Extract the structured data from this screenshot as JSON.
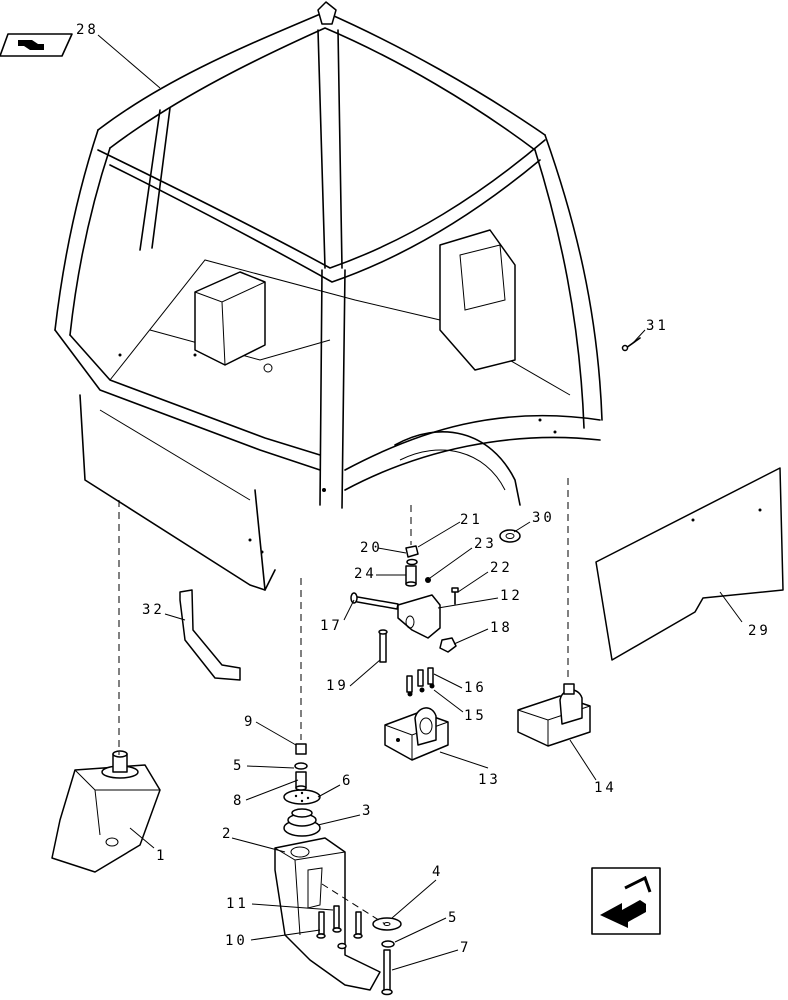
{
  "diagram": {
    "callouts": [
      {
        "id": "c1",
        "label": "1"
      },
      {
        "id": "c2",
        "label": "2"
      },
      {
        "id": "c3",
        "label": "3"
      },
      {
        "id": "c4",
        "label": "4"
      },
      {
        "id": "c5a",
        "label": "5"
      },
      {
        "id": "c5b",
        "label": "5"
      },
      {
        "id": "c6",
        "label": "6"
      },
      {
        "id": "c7",
        "label": "7"
      },
      {
        "id": "c8",
        "label": "8"
      },
      {
        "id": "c9",
        "label": "9"
      },
      {
        "id": "c10",
        "label": "10"
      },
      {
        "id": "c11",
        "label": "11"
      },
      {
        "id": "c12",
        "label": "12"
      },
      {
        "id": "c13",
        "label": "13"
      },
      {
        "id": "c14",
        "label": "14"
      },
      {
        "id": "c15",
        "label": "15"
      },
      {
        "id": "c16",
        "label": "16"
      },
      {
        "id": "c17",
        "label": "17"
      },
      {
        "id": "c18",
        "label": "18"
      },
      {
        "id": "c19",
        "label": "19"
      },
      {
        "id": "c20",
        "label": "20"
      },
      {
        "id": "c21",
        "label": "21"
      },
      {
        "id": "c22",
        "label": "22"
      },
      {
        "id": "c23",
        "label": "23"
      },
      {
        "id": "c24",
        "label": "24"
      },
      {
        "id": "c28",
        "label": "28"
      },
      {
        "id": "c29",
        "label": "29"
      },
      {
        "id": "c30",
        "label": "30"
      },
      {
        "id": "c31",
        "label": "31"
      },
      {
        "id": "c32",
        "label": "32"
      }
    ],
    "icons": {
      "top_left": "book-reference-icon",
      "bottom_right": "direction-arrow-icon"
    }
  }
}
